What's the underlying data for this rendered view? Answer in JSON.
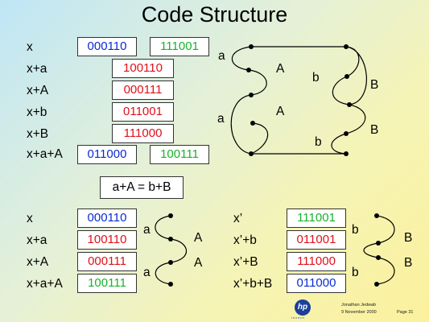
{
  "title": "Code Structure",
  "colors": {
    "blue": "#0a2bd4",
    "red": "#e0101a",
    "green": "#18b22a"
  },
  "upper_table": {
    "rows": [
      {
        "label": "x",
        "code_left": "000110",
        "code_right": "111001"
      },
      {
        "label": "x+a",
        "code_mid": "100110"
      },
      {
        "label": "x+A",
        "code_mid": "000111"
      },
      {
        "label": "x+b",
        "code_mid": "011001"
      },
      {
        "label": "x+B",
        "code_mid": "111000"
      },
      {
        "label": "x+a+A",
        "code_left": "011000",
        "code_right": "100111"
      }
    ]
  },
  "equation": "a+A = b+B",
  "lower_left_table": {
    "rows": [
      {
        "label": "x",
        "code": "000110"
      },
      {
        "label": "x+a",
        "code": "100110"
      },
      {
        "label": "x+A",
        "code": "000111"
      },
      {
        "label": "x+a+A",
        "code": "100111"
      }
    ]
  },
  "lower_right_table": {
    "rows": [
      {
        "label": "x’",
        "code": "111001"
      },
      {
        "label": "x’+b",
        "code": "011001"
      },
      {
        "label": "x’+B",
        "code": "111000"
      },
      {
        "label": "x’+b+B",
        "code": "011000"
      }
    ]
  },
  "diagram_labels": {
    "main": {
      "a_top": "a",
      "A_top": "A",
      "a_bottom": "a",
      "A_bottom": "A",
      "b_top": "b",
      "B_top": "B",
      "b_bottom": "b",
      "B_bottom": "B"
    },
    "small_left": {
      "a_top": "a",
      "A_top": "A",
      "a_bottom": "a",
      "A_bottom": "A"
    },
    "small_right": {
      "b_top": "b",
      "B_top": "B",
      "b_bottom": "b",
      "B_bottom": "B"
    }
  },
  "footer": {
    "author": "Jonathan Jedwab",
    "date": "9 November 2000",
    "page": "Page 31",
    "logo_text": "hp",
    "logo_tagline": "invent"
  }
}
